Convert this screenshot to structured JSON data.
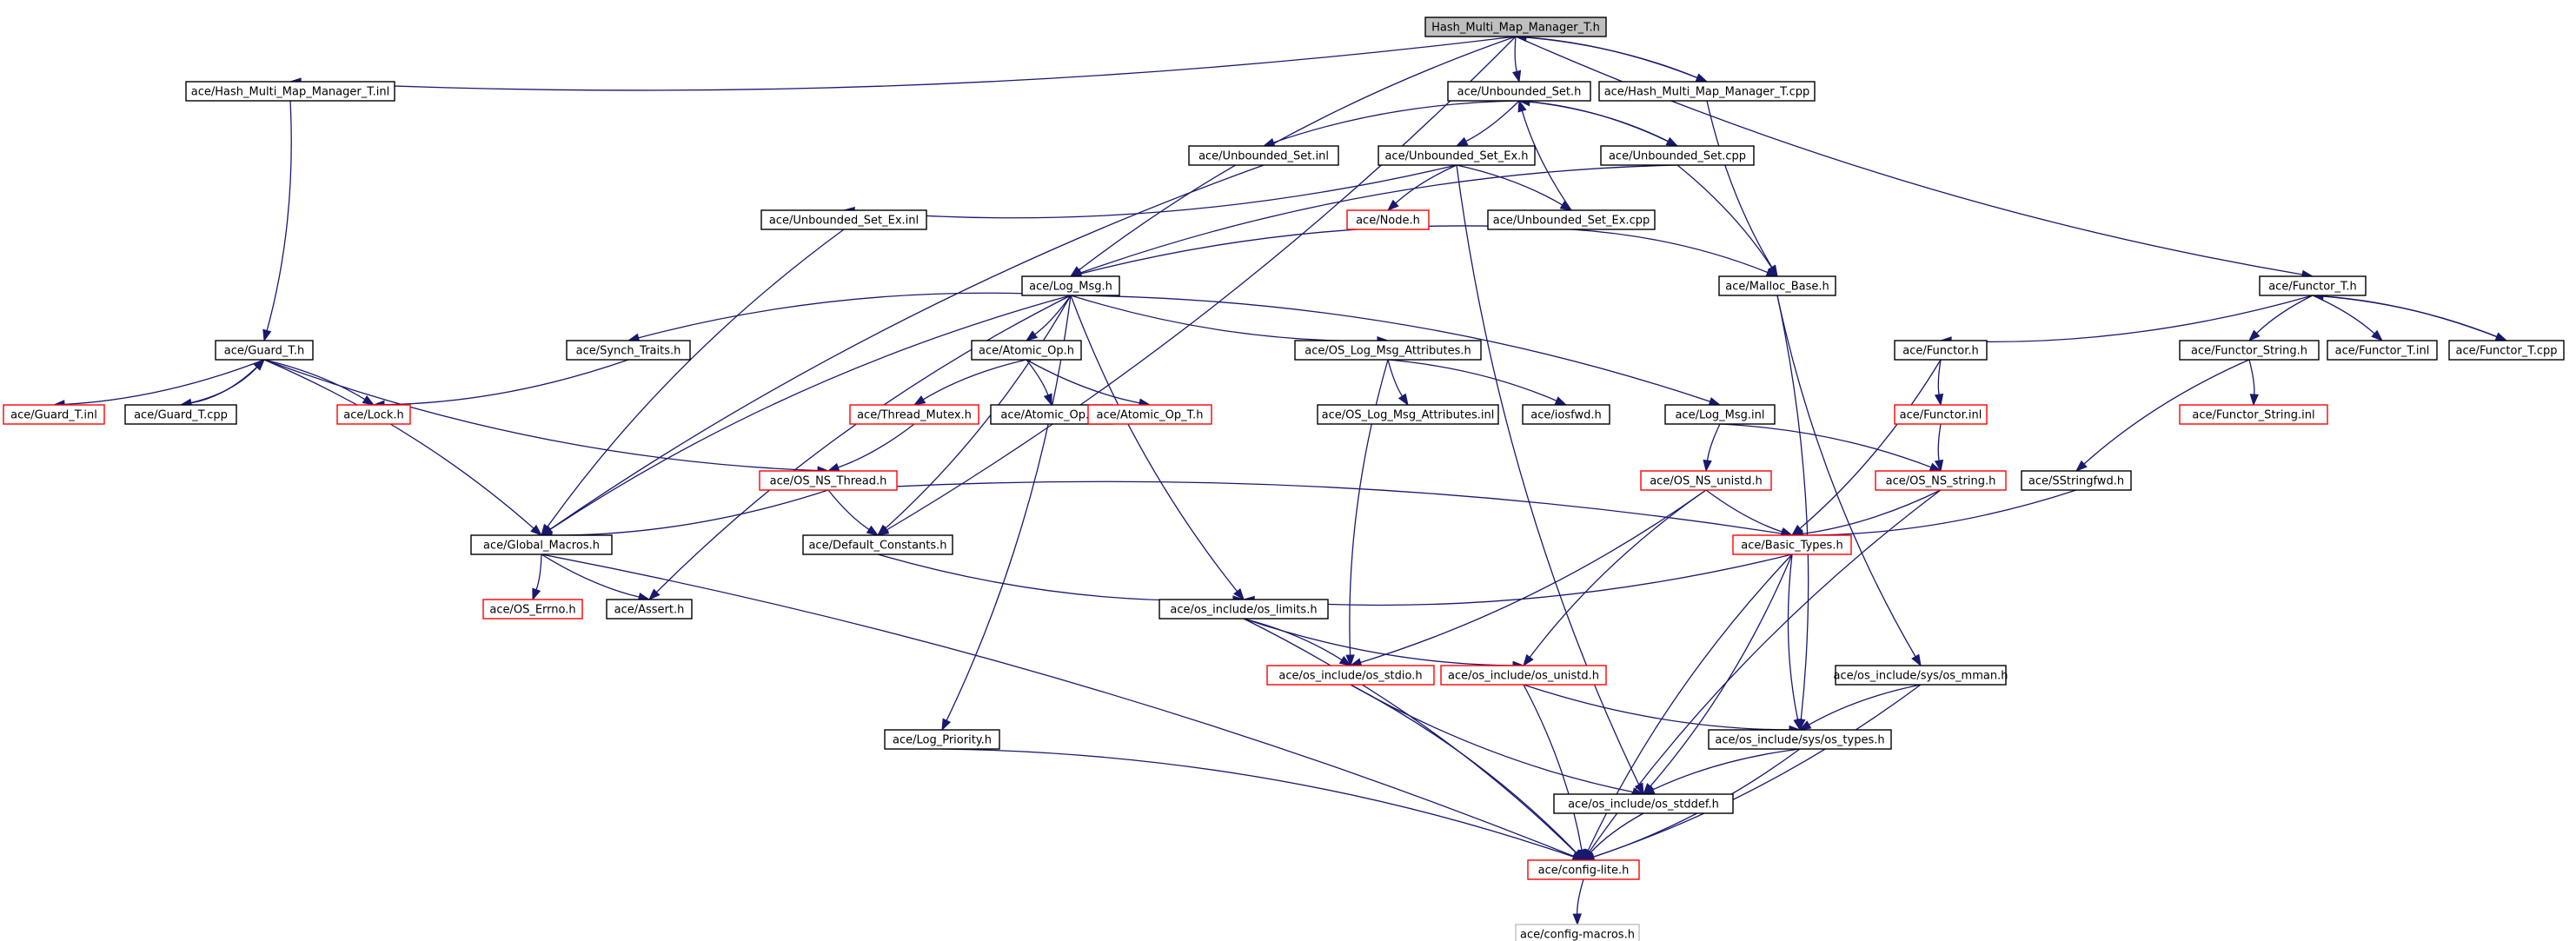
{
  "graph": {
    "nodes": [
      {
        "id": "root",
        "label": "Hash_Multi_Map_Manager_T.h",
        "style": "root"
      },
      {
        "id": "hmmm_inl",
        "label": "ace/Hash_Multi_Map_Manager_T.inl",
        "style": "normal"
      },
      {
        "id": "unb_set_h",
        "label": "ace/Unbounded_Set.h",
        "style": "normal"
      },
      {
        "id": "hmmm_cpp",
        "label": "ace/Hash_Multi_Map_Manager_T.cpp",
        "style": "normal"
      },
      {
        "id": "unb_set_inl",
        "label": "ace/Unbounded_Set.inl",
        "style": "normal"
      },
      {
        "id": "unb_set_ex_h",
        "label": "ace/Unbounded_Set_Ex.h",
        "style": "normal"
      },
      {
        "id": "unb_set_cpp",
        "label": "ace/Unbounded_Set.cpp",
        "style": "normal"
      },
      {
        "id": "unb_set_ex_inl",
        "label": "ace/Unbounded_Set_Ex.inl",
        "style": "normal"
      },
      {
        "id": "node_h",
        "label": "ace/Node.h",
        "style": "missing"
      },
      {
        "id": "unb_set_ex_cpp",
        "label": "ace/Unbounded_Set_Ex.cpp",
        "style": "normal"
      },
      {
        "id": "log_msg_h",
        "label": "ace/Log_Msg.h",
        "style": "normal"
      },
      {
        "id": "malloc_base_h",
        "label": "ace/Malloc_Base.h",
        "style": "normal"
      },
      {
        "id": "functor_t_h",
        "label": "ace/Functor_T.h",
        "style": "normal"
      },
      {
        "id": "guard_t_h",
        "label": "ace/Guard_T.h",
        "style": "normal"
      },
      {
        "id": "synch_traits_h",
        "label": "ace/Synch_Traits.h",
        "style": "normal"
      },
      {
        "id": "atomic_op_h",
        "label": "ace/Atomic_Op.h",
        "style": "normal"
      },
      {
        "id": "os_log_msg_attr_h",
        "label": "ace/OS_Log_Msg_Attributes.h",
        "style": "normal"
      },
      {
        "id": "functor_h",
        "label": "ace/Functor.h",
        "style": "normal"
      },
      {
        "id": "functor_string_h",
        "label": "ace/Functor_String.h",
        "style": "normal"
      },
      {
        "id": "functor_t_inl",
        "label": "ace/Functor_T.inl",
        "style": "normal"
      },
      {
        "id": "functor_t_cpp",
        "label": "ace/Functor_T.cpp",
        "style": "normal"
      },
      {
        "id": "guard_t_inl",
        "label": "ace/Guard_T.inl",
        "style": "missing"
      },
      {
        "id": "guard_t_cpp",
        "label": "ace/Guard_T.cpp",
        "style": "normal"
      },
      {
        "id": "lock_h",
        "label": "ace/Lock.h",
        "style": "missing"
      },
      {
        "id": "thread_mutex_h",
        "label": "ace/Thread_Mutex.h",
        "style": "missing"
      },
      {
        "id": "atomic_op_inl",
        "label": "ace/Atomic_Op.inl",
        "style": "normal"
      },
      {
        "id": "atomic_op_t_h",
        "label": "ace/Atomic_Op_T.h",
        "style": "missing"
      },
      {
        "id": "os_log_msg_attr_inl",
        "label": "ace/OS_Log_Msg_Attributes.inl",
        "style": "normal"
      },
      {
        "id": "iosfwd_h",
        "label": "ace/iosfwd.h",
        "style": "normal"
      },
      {
        "id": "log_msg_inl",
        "label": "ace/Log_Msg.inl",
        "style": "normal"
      },
      {
        "id": "functor_inl",
        "label": "ace/Functor.inl",
        "style": "missing"
      },
      {
        "id": "functor_string_inl",
        "label": "ace/Functor_String.inl",
        "style": "missing"
      },
      {
        "id": "os_ns_thread_h",
        "label": "ace/OS_NS_Thread.h",
        "style": "missing"
      },
      {
        "id": "os_ns_unistd_h",
        "label": "ace/OS_NS_unistd.h",
        "style": "missing"
      },
      {
        "id": "os_ns_string_h",
        "label": "ace/OS_NS_string.h",
        "style": "missing"
      },
      {
        "id": "sstringfwd_h",
        "label": "ace/SStringfwd.h",
        "style": "normal"
      },
      {
        "id": "global_macros_h",
        "label": "ace/Global_Macros.h",
        "style": "normal"
      },
      {
        "id": "default_constants_h",
        "label": "ace/Default_Constants.h",
        "style": "normal"
      },
      {
        "id": "basic_types_h",
        "label": "ace/Basic_Types.h",
        "style": "missing"
      },
      {
        "id": "os_errno_h",
        "label": "ace/OS_Errno.h",
        "style": "missing"
      },
      {
        "id": "assert_h",
        "label": "ace/Assert.h",
        "style": "normal"
      },
      {
        "id": "os_limits_h",
        "label": "ace/os_include/os_limits.h",
        "style": "normal"
      },
      {
        "id": "os_stdio_h",
        "label": "ace/os_include/os_stdio.h",
        "style": "missing"
      },
      {
        "id": "os_unistd_h",
        "label": "ace/os_include/os_unistd.h",
        "style": "missing"
      },
      {
        "id": "os_mman_h",
        "label": "ace/os_include/sys/os_mman.h",
        "style": "normal"
      },
      {
        "id": "log_priority_h",
        "label": "ace/Log_Priority.h",
        "style": "normal"
      },
      {
        "id": "os_types_h",
        "label": "ace/os_include/sys/os_types.h",
        "style": "normal"
      },
      {
        "id": "os_stddef_h",
        "label": "ace/os_include/os_stddef.h",
        "style": "normal"
      },
      {
        "id": "config_lite_h",
        "label": "ace/config-lite.h",
        "style": "missing"
      },
      {
        "id": "config_macros_h",
        "label": "ace/config-macros.h",
        "style": "leaf"
      }
    ],
    "edges": [
      [
        "root",
        "hmmm_inl"
      ],
      [
        "root",
        "unb_set_h"
      ],
      [
        "root",
        "hmmm_cpp"
      ],
      [
        "root",
        "log_msg_h"
      ],
      [
        "root",
        "default_constants_h"
      ],
      [
        "root",
        "functor_t_h"
      ],
      [
        "hmmm_cpp",
        "root"
      ],
      [
        "hmmm_cpp",
        "malloc_base_h"
      ],
      [
        "hmmm_inl",
        "guard_t_h"
      ],
      [
        "unb_set_h",
        "unb_set_inl"
      ],
      [
        "unb_set_h",
        "unb_set_ex_h"
      ],
      [
        "unb_set_h",
        "unb_set_cpp"
      ],
      [
        "unb_set_cpp",
        "unb_set_h"
      ],
      [
        "unb_set_cpp",
        "log_msg_h"
      ],
      [
        "unb_set_cpp",
        "malloc_base_h"
      ],
      [
        "unb_set_inl",
        "global_macros_h"
      ],
      [
        "unb_set_ex_h",
        "unb_set_ex_inl"
      ],
      [
        "unb_set_ex_h",
        "node_h"
      ],
      [
        "unb_set_ex_h",
        "unb_set_ex_cpp"
      ],
      [
        "unb_set_ex_h",
        "os_stddef_h"
      ],
      [
        "unb_set_ex_cpp",
        "unb_set_h"
      ],
      [
        "unb_set_ex_cpp",
        "log_msg_h"
      ],
      [
        "unb_set_ex_cpp",
        "malloc_base_h"
      ],
      [
        "unb_set_ex_inl",
        "global_macros_h"
      ],
      [
        "malloc_base_h",
        "os_types_h"
      ],
      [
        "malloc_base_h",
        "os_mman_h"
      ],
      [
        "functor_t_h",
        "functor_h"
      ],
      [
        "functor_t_h",
        "functor_string_h"
      ],
      [
        "functor_t_h",
        "functor_t_inl"
      ],
      [
        "functor_t_h",
        "functor_t_cpp"
      ],
      [
        "functor_t_cpp",
        "functor_t_h"
      ],
      [
        "functor_h",
        "functor_inl"
      ],
      [
        "functor_h",
        "basic_types_h"
      ],
      [
        "functor_inl",
        "os_ns_string_h"
      ],
      [
        "functor_string_h",
        "functor_string_inl"
      ],
      [
        "functor_string_h",
        "sstringfwd_h"
      ],
      [
        "sstringfwd_h",
        "basic_types_h"
      ],
      [
        "log_msg_h",
        "synch_traits_h"
      ],
      [
        "log_msg_h",
        "atomic_op_h"
      ],
      [
        "log_msg_h",
        "os_log_msg_attr_h"
      ],
      [
        "log_msg_h",
        "log_msg_inl"
      ],
      [
        "log_msg_h",
        "global_macros_h"
      ],
      [
        "log_msg_h",
        "default_constants_h"
      ],
      [
        "log_msg_h",
        "assert_h"
      ],
      [
        "log_msg_h",
        "log_priority_h"
      ],
      [
        "log_msg_h",
        "os_limits_h"
      ],
      [
        "synch_traits_h",
        "lock_h"
      ],
      [
        "atomic_op_h",
        "thread_mutex_h"
      ],
      [
        "atomic_op_h",
        "atomic_op_inl"
      ],
      [
        "atomic_op_h",
        "atomic_op_t_h"
      ],
      [
        "thread_mutex_h",
        "os_ns_thread_h"
      ],
      [
        "os_log_msg_attr_h",
        "os_log_msg_attr_inl"
      ],
      [
        "os_log_msg_attr_h",
        "iosfwd_h"
      ],
      [
        "os_log_msg_attr_h",
        "os_stdio_h"
      ],
      [
        "log_msg_inl",
        "os_ns_string_h"
      ],
      [
        "log_msg_inl",
        "os_ns_unistd_h"
      ],
      [
        "guard_t_h",
        "guard_t_inl"
      ],
      [
        "guard_t_h",
        "guard_t_cpp"
      ],
      [
        "guard_t_h",
        "lock_h"
      ],
      [
        "guard_t_h",
        "os_ns_thread_h"
      ],
      [
        "guard_t_h",
        "global_macros_h"
      ],
      [
        "guard_t_cpp",
        "guard_t_h"
      ],
      [
        "os_ns_thread_h",
        "global_macros_h"
      ],
      [
        "os_ns_thread_h",
        "default_constants_h"
      ],
      [
        "os_ns_thread_h",
        "basic_types_h"
      ],
      [
        "os_ns_unistd_h",
        "basic_types_h"
      ],
      [
        "os_ns_unistd_h",
        "os_stdio_h"
      ],
      [
        "os_ns_unistd_h",
        "os_unistd_h"
      ],
      [
        "os_ns_string_h",
        "basic_types_h"
      ],
      [
        "os_ns_string_h",
        "config_lite_h"
      ],
      [
        "global_macros_h",
        "os_errno_h"
      ],
      [
        "global_macros_h",
        "assert_h"
      ],
      [
        "global_macros_h",
        "config_lite_h"
      ],
      [
        "default_constants_h",
        "os_limits_h"
      ],
      [
        "basic_types_h",
        "os_limits_h"
      ],
      [
        "basic_types_h",
        "os_types_h"
      ],
      [
        "basic_types_h",
        "os_stddef_h"
      ],
      [
        "basic_types_h",
        "config_lite_h"
      ],
      [
        "os_limits_h",
        "os_stdio_h"
      ],
      [
        "os_limits_h",
        "os_unistd_h"
      ],
      [
        "os_limits_h",
        "config_lite_h"
      ],
      [
        "os_stdio_h",
        "os_stddef_h"
      ],
      [
        "os_stdio_h",
        "config_lite_h"
      ],
      [
        "os_unistd_h",
        "os_types_h"
      ],
      [
        "os_unistd_h",
        "config_lite_h"
      ],
      [
        "os_mman_h",
        "os_types_h"
      ],
      [
        "os_mman_h",
        "config_lite_h"
      ],
      [
        "os_types_h",
        "os_stddef_h"
      ],
      [
        "os_types_h",
        "config_lite_h"
      ],
      [
        "os_stddef_h",
        "config_lite_h"
      ],
      [
        "log_priority_h",
        "config_lite_h"
      ],
      [
        "config_lite_h",
        "config_macros_h"
      ]
    ]
  }
}
